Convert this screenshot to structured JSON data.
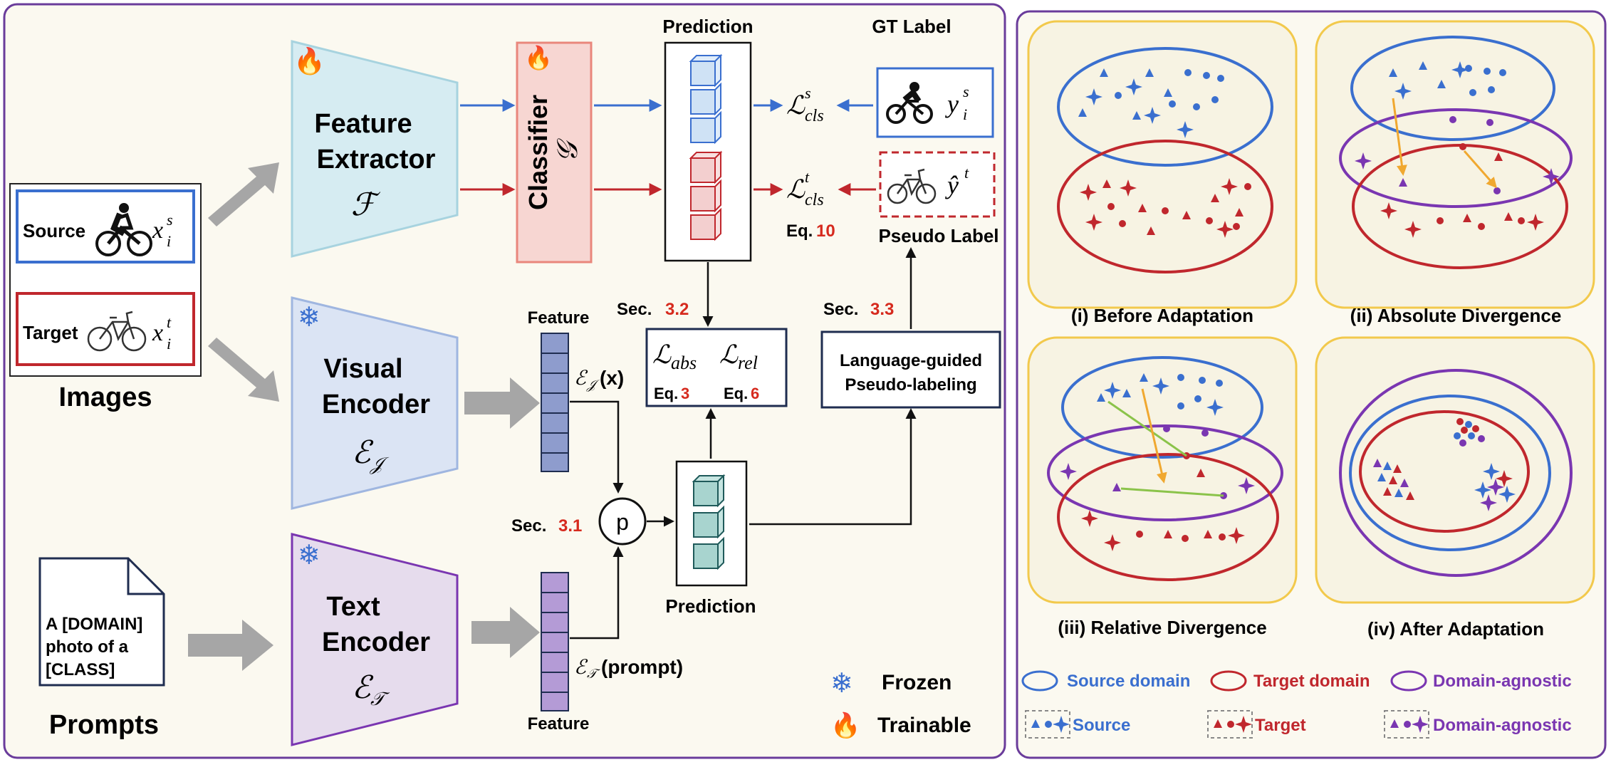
{
  "labels": {
    "images": "Images",
    "prompts": "Prompts",
    "source": "Source",
    "target": "Target",
    "x_s": "x",
    "x_s_sup": "s",
    "x_s_sub": "i",
    "x_t": "x",
    "x_t_sup": "t",
    "x_t_sub": "i",
    "prompt_line1": "A [DOMAIN]",
    "prompt_line2": "photo of a",
    "prompt_line3": "[CLASS]",
    "feature_extractor_1": "Feature",
    "feature_extractor_2": "Extractor",
    "feature_extractor_sym": "ℱ",
    "visual_encoder_1": "Visual",
    "visual_encoder_2": "Encoder",
    "visual_encoder_sym": "ℰ",
    "visual_encoder_sub": "𝒥",
    "text_encoder_1": "Text",
    "text_encoder_2": "Encoder",
    "text_encoder_sym": "ℰ",
    "text_encoder_sub": "𝒯",
    "classifier": "Classifier",
    "classifier_sym": "𝒢",
    "prediction_top": "Prediction",
    "prediction_bottom": "Prediction",
    "gt_label": "GT Label",
    "pseudo_label": "Pseudo Label",
    "y_s": "y",
    "y_s_sup": "s",
    "y_s_sub": "i",
    "y_hat": "ŷ",
    "y_hat_sup": "t",
    "L_cls_s": "ℒ",
    "L_cls_s_sup": "s",
    "L_cls_s_sub": "cls",
    "L_cls_t": "ℒ",
    "L_cls_t_sup": "t",
    "L_cls_t_sub": "cls",
    "eq10_prefix": "Eq.",
    "eq10_num": "10",
    "feature_top": "Feature",
    "feature_bottom": "Feature",
    "enc_j_x": "ℰ",
    "enc_j_x_sub": "𝒥",
    "enc_j_x_arg": "(x)",
    "enc_t_prompt": "ℰ",
    "enc_t_prompt_sub": "𝒯",
    "enc_t_prompt_arg": "(prompt)",
    "sec32_prefix": "Sec.",
    "sec32_num": "3.2",
    "sec33_prefix": "Sec.",
    "sec33_num": "3.3",
    "sec31_prefix": "Sec.",
    "sec31_num": "3.1",
    "L_abs": "ℒ",
    "L_abs_sub": "abs",
    "L_rel": "ℒ",
    "L_rel_sub": "rel",
    "eq3_prefix": "Eq.",
    "eq3_num": "3",
    "eq6_prefix": "Eq.",
    "eq6_num": "6",
    "lang_guided_1": "Language-guided",
    "lang_guided_2": "Pseudo-labeling",
    "p_node": "p",
    "frozen": "Frozen",
    "trainable": "Trainable",
    "panel_i": "(i) Before Adaptation",
    "panel_ii": "(ii) Absolute Divergence",
    "panel_iii": "(iii) Relative Divergence",
    "panel_iv": "(iv) After Adaptation",
    "legend_source_domain": "Source domain",
    "legend_target_domain": "Target domain",
    "legend_agnostic_domain": "Domain-agnostic",
    "legend_source": "Source",
    "legend_target": "Target",
    "legend_agnostic": "Domain-agnostic"
  },
  "icons": {
    "snowflake": "❄",
    "fire": "🔥",
    "cyclist": "source-cyclist-icon",
    "bicycle": "target-bicycle-icon"
  },
  "colors": {
    "source_blue": "#3a6fcf",
    "target_red": "#c0272d",
    "agnostic_purple": "#7a36b1",
    "highlight_red": "#d62a1e",
    "panel_fill": "#f7f3e3",
    "panel_border": "#f2c94c",
    "frame_purple": "#6a3c9b",
    "arrow_gray": "#a6a6a6",
    "fe_fill": "#d6ecf2",
    "ve_fill": "#dbe4f4",
    "te_fill": "#e6dced",
    "cls_fill": "#f7d6d2"
  }
}
